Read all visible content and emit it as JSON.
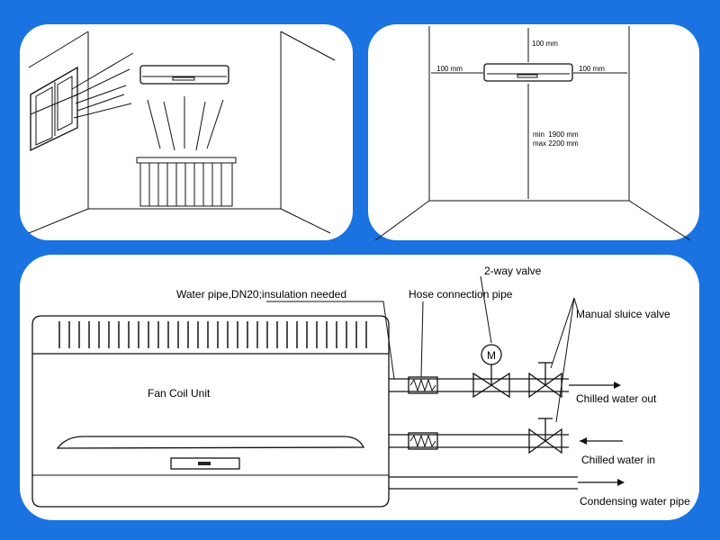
{
  "dimensions": {
    "top_clearance": "100 mm",
    "left_clearance": "100 mm",
    "right_clearance": "100 mm",
    "height_min": "min  1900 mm",
    "height_max": "max 2200 mm"
  },
  "piping": {
    "unit_label": "Fan Coil Unit",
    "water_pipe_label": "Water pipe,DN20;insulation needed",
    "hose_label": "Hose connection pipe",
    "valve_label": "2-way valve",
    "valve_symbol": "M",
    "sluice_label": "Manual sluice valve",
    "chilled_out_label": "Chilled water out",
    "chilled_in_label": "Chilled water in",
    "condensing_label": "Condensing water pipe"
  },
  "colors": {
    "frame": "#1a73e0",
    "ink": "#111111"
  }
}
